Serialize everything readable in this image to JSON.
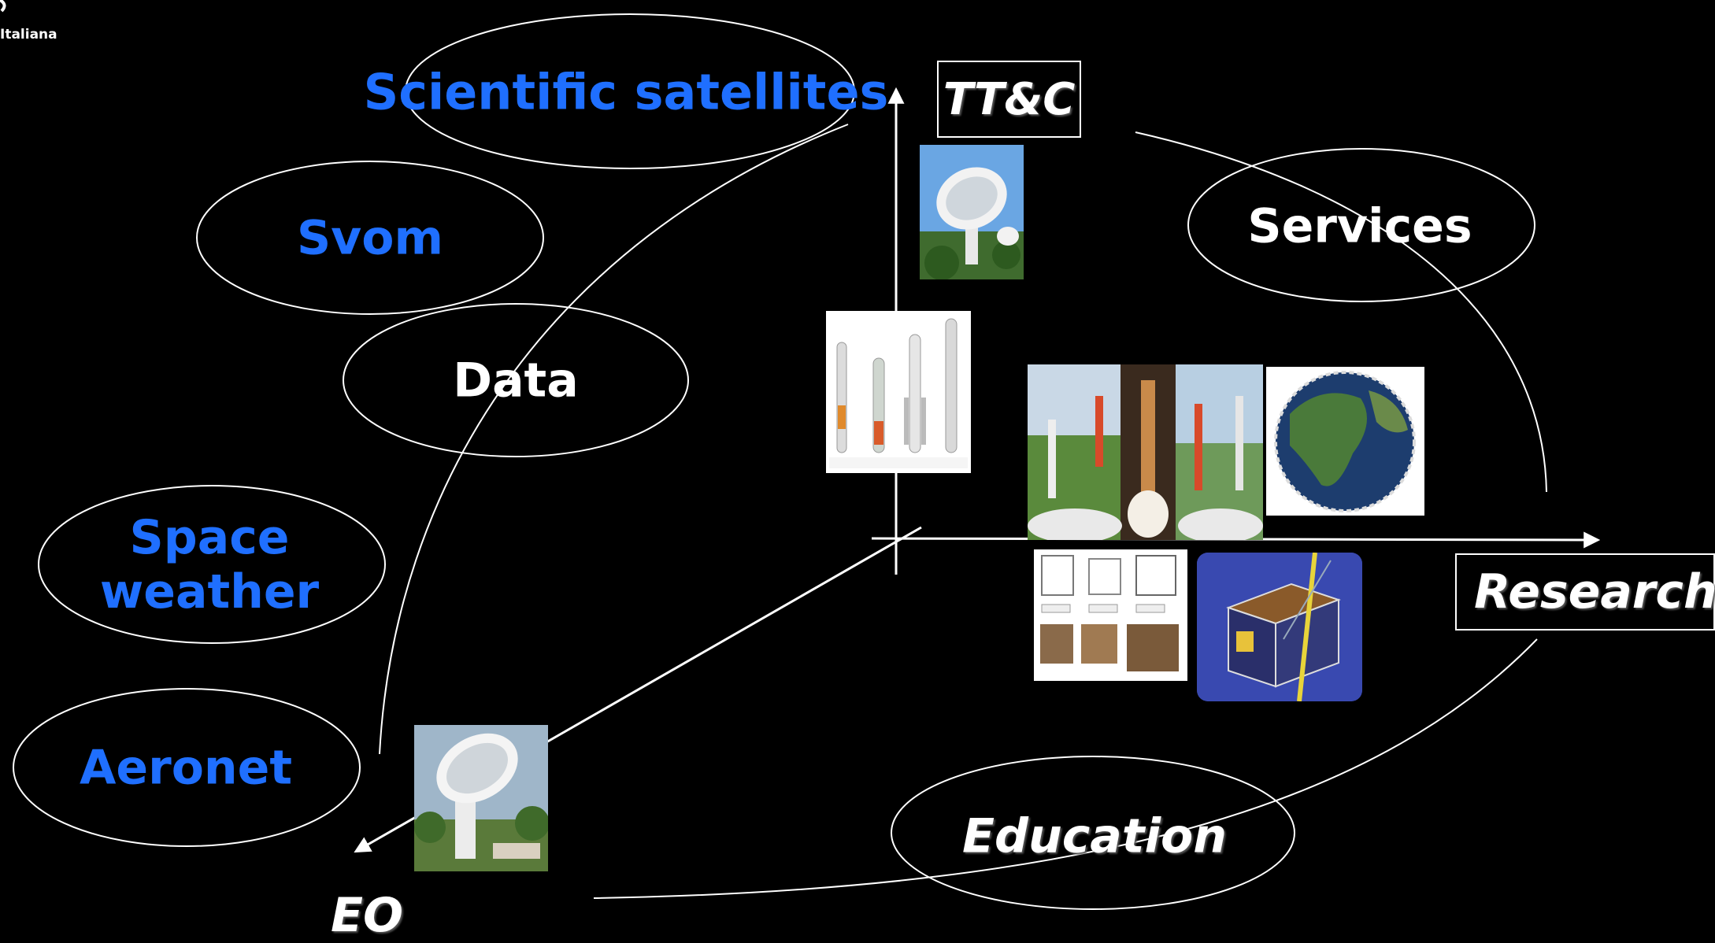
{
  "brand": {
    "org_text": "Italiana"
  },
  "ovals": {
    "scientific_satellites": "Scientific satellites",
    "svom": "Svom",
    "data": "Data",
    "space_weather_line1": "Space",
    "space_weather_line2": "weather",
    "aeronet": "Aeronet",
    "services": "Services",
    "education": "Education"
  },
  "axes": {
    "ttc": "TT&C",
    "research": "Research",
    "eo": "EO"
  },
  "images": {
    "ttc_antenna": "ground-station-antenna-photo",
    "launchers": "launcher-family-illustration",
    "sounding_rockets": "rocket-launch-photos",
    "earth_globe": "earth-observation-globe",
    "cubesat_structure": "cubesat-structure-diagram",
    "cubesat_model": "cubesat-3d-model",
    "eo_antenna": "eo-ground-antenna-photo"
  },
  "colors": {
    "background": "#000000",
    "blue_label": "#1f6fff",
    "white_label": "#ffffff"
  }
}
